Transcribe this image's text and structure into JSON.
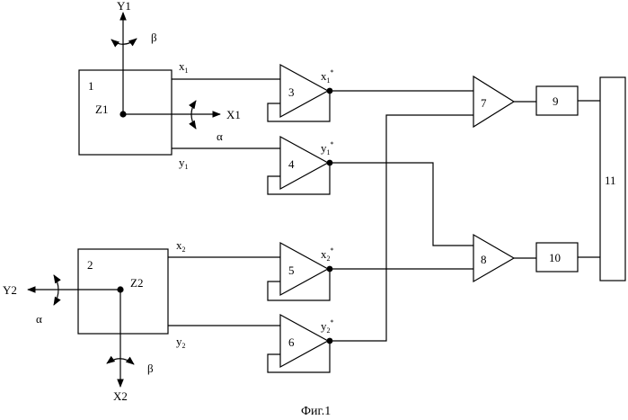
{
  "sensors": {
    "s1": {
      "number": "1",
      "center": "Z1",
      "axis_up": "Y1",
      "axis_right": "X1",
      "rot_top": "β",
      "rot_right": "α",
      "out_x": {
        "base": "x",
        "sub": "1"
      },
      "out_y": {
        "base": "y",
        "sub": "1"
      }
    },
    "s2": {
      "number": "2",
      "center": "Z2",
      "axis_left": "Y2",
      "axis_down": "X2",
      "rot_left": "α",
      "rot_bottom": "β",
      "out_x": {
        "base": "x",
        "sub": "2"
      },
      "out_y": {
        "base": "y",
        "sub": "2"
      }
    }
  },
  "amplifiers": {
    "a3": {
      "label": "3",
      "out": {
        "base": "x",
        "sub": "1",
        "sup": "*"
      }
    },
    "a4": {
      "label": "4",
      "out": {
        "base": "y",
        "sub": "1",
        "sup": "*"
      }
    },
    "a5": {
      "label": "5",
      "out": {
        "base": "x",
        "sub": "2",
        "sup": "*"
      }
    },
    "a6": {
      "label": "6",
      "out": {
        "base": "y",
        "sub": "2",
        "sup": "*"
      }
    },
    "a7": {
      "label": "7"
    },
    "a8": {
      "label": "8"
    }
  },
  "blocks": {
    "b9": "9",
    "b10": "10",
    "b11": "11"
  },
  "caption": "Фиг.1"
}
